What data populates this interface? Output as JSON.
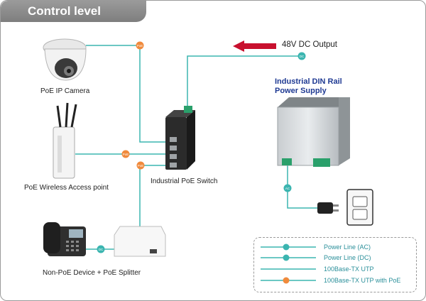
{
  "header": {
    "title": "Control level"
  },
  "devices": {
    "camera": "PoE IP Camera",
    "wireless_ap": "PoE Wireless Access point",
    "switch": "Industrial PoE Switch",
    "non_poe": "Non-PoE Device + PoE Splitter"
  },
  "power_supply": {
    "title_line1": "Industrial DIN Rail",
    "title_line2": "Power Supply"
  },
  "dc_output": {
    "label": "48V DC Output"
  },
  "badges": {
    "poe": "PoE",
    "dc": "DC",
    "ac": "AC"
  },
  "legend": [
    {
      "label": "Power Line (AC)"
    },
    {
      "label": "Power Line (DC)"
    },
    {
      "label": "100Base-TX UTP"
    },
    {
      "label": "100Base-TX UTP with PoE"
    }
  ],
  "colors": {
    "line": "#3bb5b0",
    "poe_badge": "#f08a3c",
    "dc_badge": "#3bb5b0",
    "arrow": "#c8102e",
    "header": "#8a8a8a",
    "psu_title": "#1f3a93"
  }
}
